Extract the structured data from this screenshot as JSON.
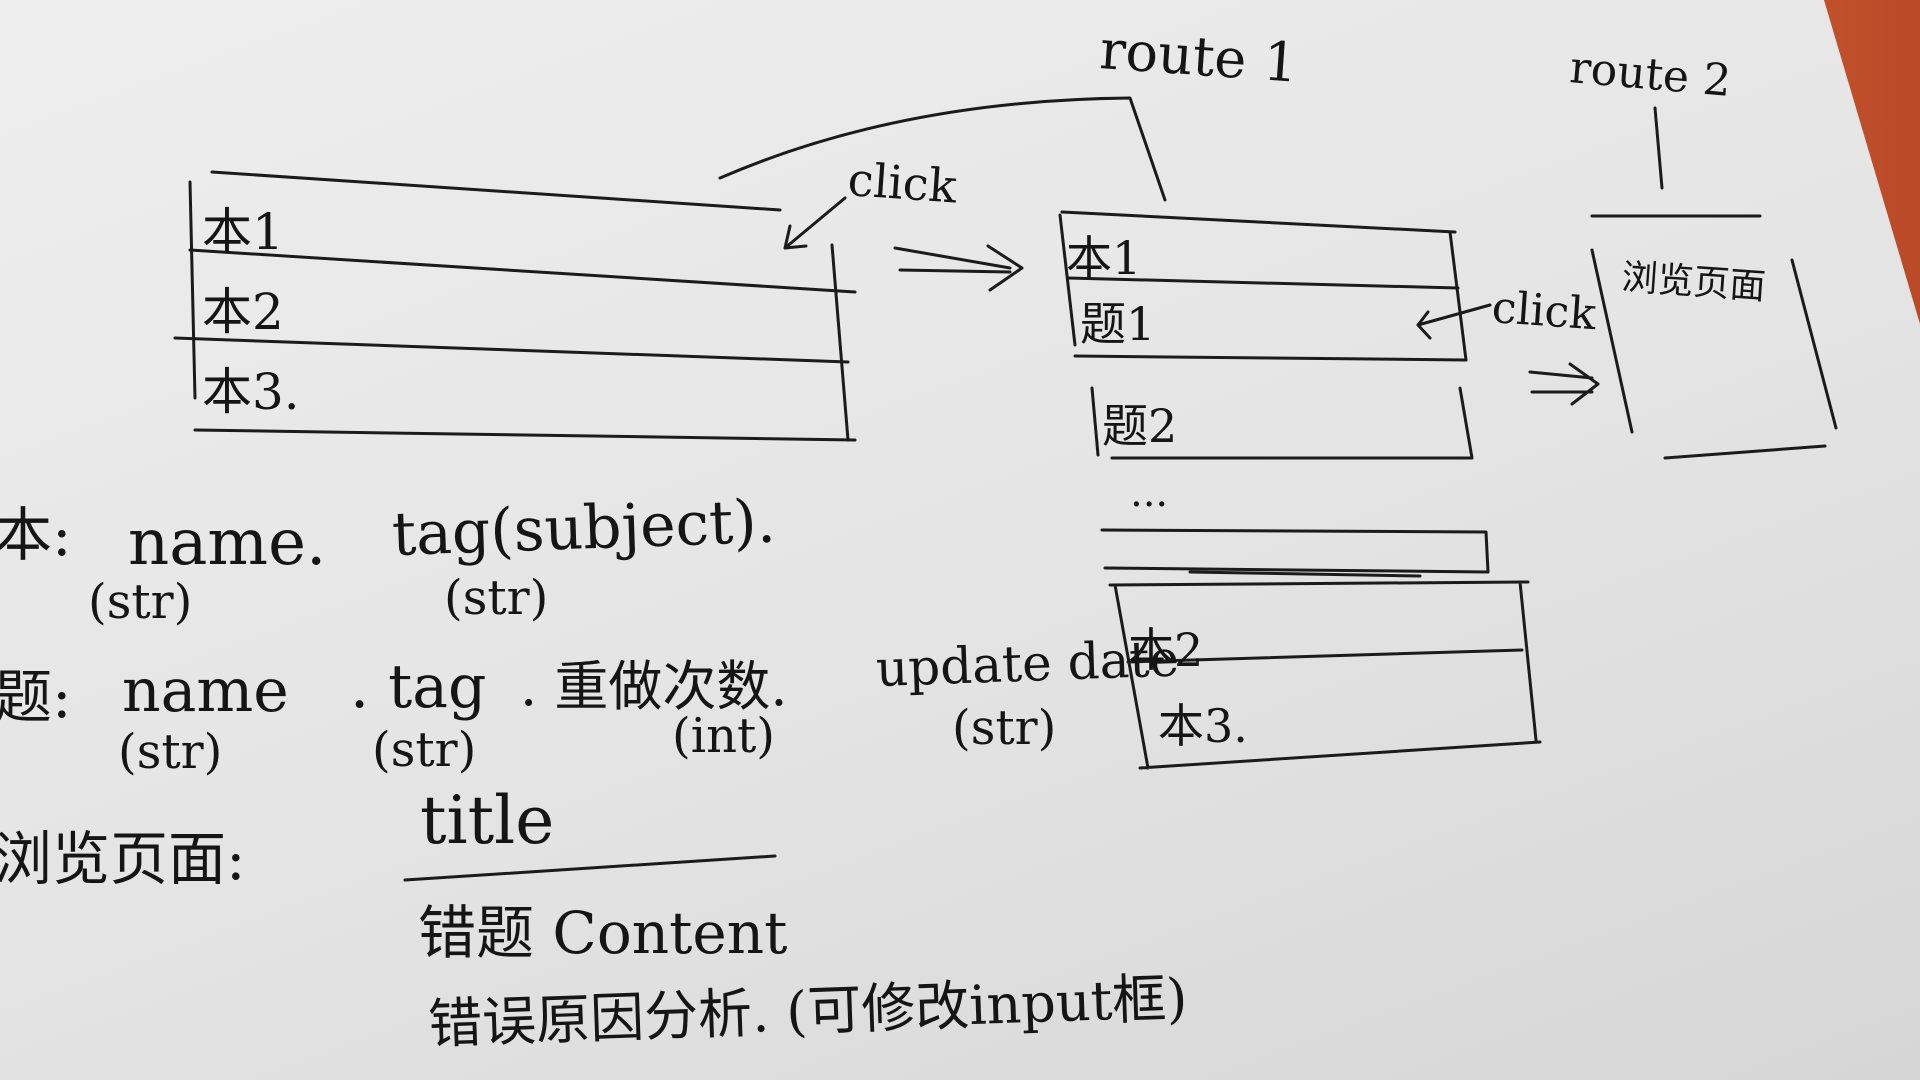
{
  "routes": {
    "route1": "route 1",
    "route2": "route 2"
  },
  "screen1": {
    "rows": [
      "本1",
      "本2",
      "本3."
    ],
    "click": "click"
  },
  "screen2": {
    "rows": [
      "本1",
      "题1",
      "题2",
      "...",
      "本2",
      "本3."
    ],
    "click": "click"
  },
  "screen3": {
    "title": "浏览页面"
  },
  "schema": {
    "book": {
      "label": "本:",
      "field1": "name.",
      "type1": "(str)",
      "field2": "tag(subject).",
      "type2": "(str)"
    },
    "question": {
      "label": "题:",
      "field1": "name",
      "type1": "(str)",
      "field2": ". tag",
      "type2": "(str)",
      "field3": ". 重做次数.",
      "type3": "(int)",
      "field4": "update date",
      "type4": "(str)"
    },
    "browse": {
      "label": "浏览页面:",
      "title": "title",
      "line1": "错题 Content",
      "line2": "错误原因分析. (可修改input框)"
    }
  }
}
